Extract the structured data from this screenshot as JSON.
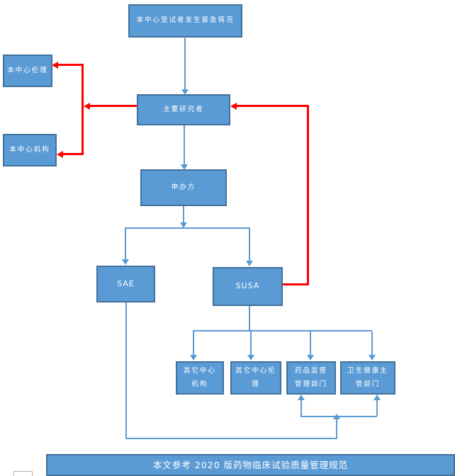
{
  "flowchart": {
    "nodes": [
      {
        "id": "emergency",
        "label": "本中心受试者发生紧急情况"
      },
      {
        "id": "center-ethics",
        "label": "本中心伦理"
      },
      {
        "id": "principal-investigator",
        "label": "主要研究者"
      },
      {
        "id": "center-institution",
        "label": "本中心机构"
      },
      {
        "id": "sponsor",
        "label": "申办方"
      },
      {
        "id": "sae",
        "label": "SAE"
      },
      {
        "id": "susa",
        "label": "SUSA"
      },
      {
        "id": "other-center-institution",
        "label": "其它中心\n机构"
      },
      {
        "id": "other-center-ethics",
        "label": "其它中心伦\n理"
      },
      {
        "id": "drug-regulatory-department",
        "label": "药品监督\n管理部门"
      },
      {
        "id": "health-authority-department",
        "label": "卫生健康主\n管部门"
      }
    ],
    "banner": {
      "label": "本文参考 2020 版药物临床试验质量管理规范"
    },
    "colors": {
      "node_fill": "#5b9bd5",
      "node_border": "#41719c",
      "connector_blue": "#5b9bd5",
      "connector_red": "#ff0000",
      "text": "#ffffff",
      "background": "#ffffff"
    }
  }
}
